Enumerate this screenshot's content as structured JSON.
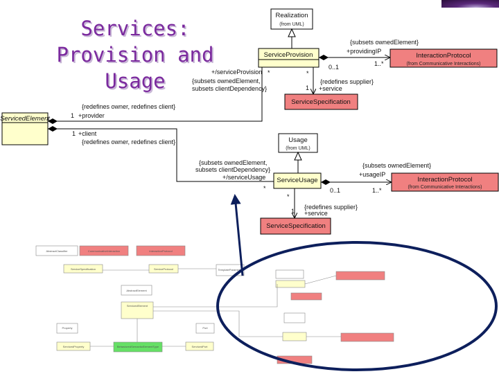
{
  "title": {
    "line1": "Services:",
    "line2": "Provision and Usage"
  },
  "colors": {
    "title": "#7b2a9e",
    "yellow": "#ffffcc",
    "red": "#f08080",
    "green": "#66e066",
    "ellipse": "#0d1f5c"
  },
  "provision": {
    "realization": {
      "name": "Realization",
      "from": "(from UML)"
    },
    "service_provision": "ServiceProvision",
    "interaction_protocol": {
      "name": "InteractionProtocol",
      "from": "(from Communicative Interactions)"
    },
    "service_specification": "ServiceSpecification",
    "subsets_owned": "{subsets ownedElement}",
    "providing_ip": "+providingIP",
    "mult_01": "0..1",
    "mult_1star": "1..*",
    "role_service_provision": "+/serviceProvision",
    "subsets1": "{subsets ownedElement,",
    "subsets2": "subsets clientDependency}",
    "star": "*",
    "redefines_supplier": "{redefines supplier}",
    "one": "1",
    "service_role": "+service"
  },
  "serviced_element": {
    "name": "ServicedElement",
    "redefines_top": "{redefines owner, redefines client}",
    "provider": "+provider",
    "client": "+client",
    "redefines_bottom": "{redefines owner, redefines client}",
    "one": "1"
  },
  "usage": {
    "usage_box": {
      "name": "Usage",
      "from": "(from UML)"
    },
    "service_usage": "ServiceUsage",
    "interaction_protocol": {
      "name": "InteractionProtocol",
      "from": "(from Communicative Interactions)"
    },
    "service_specification": "ServiceSpecification",
    "subsets1": "{subsets ownedElement,",
    "subsets2": "subsets clientDependency}",
    "role_service_usage": "+/serviceUsage",
    "subsets_owned": "{subsets ownedElement}",
    "usage_ip": "+usageIP",
    "mult_01": "0..1",
    "mult_1star": "1..*",
    "star": "*",
    "redefines_supplier": "{redefines supplier}",
    "one": "1",
    "service_role": "+service"
  },
  "thumbnail": {
    "boxes": [
      "AbstractClassifier",
      "CommunicativeInteraction",
      "InteractionProtocol",
      "ServiceSpecification",
      "ServiceProtocol",
      "TemplateParameter",
      "AbstractElement",
      "ServicedElement",
      "Property",
      "Port",
      "ServicedProperty",
      "BehavioredSemanticElementType",
      "ServicedPort"
    ]
  }
}
